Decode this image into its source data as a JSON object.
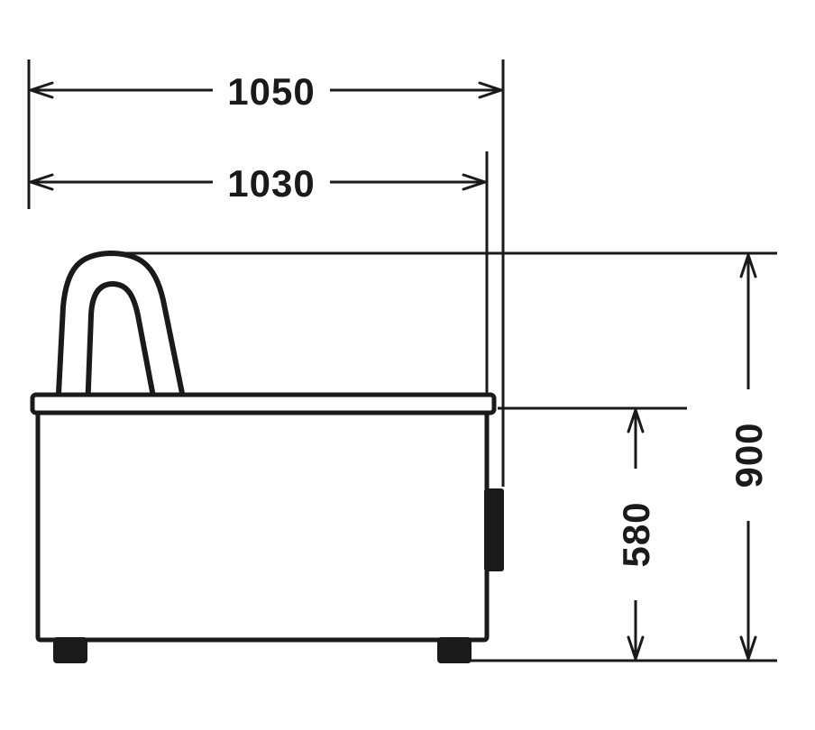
{
  "drawing": {
    "type": "technical-dimension-drawing",
    "subject": "tub-side-view",
    "colors": {
      "line": "#1a1a1a",
      "background": "#ffffff"
    },
    "dimensions": {
      "overall_width": {
        "label": "1050",
        "orientation": "horizontal"
      },
      "top_width": {
        "label": "1030",
        "orientation": "horizontal"
      },
      "overall_height": {
        "label": "900",
        "orientation": "vertical"
      },
      "body_height": {
        "label": "580",
        "orientation": "vertical"
      }
    }
  }
}
